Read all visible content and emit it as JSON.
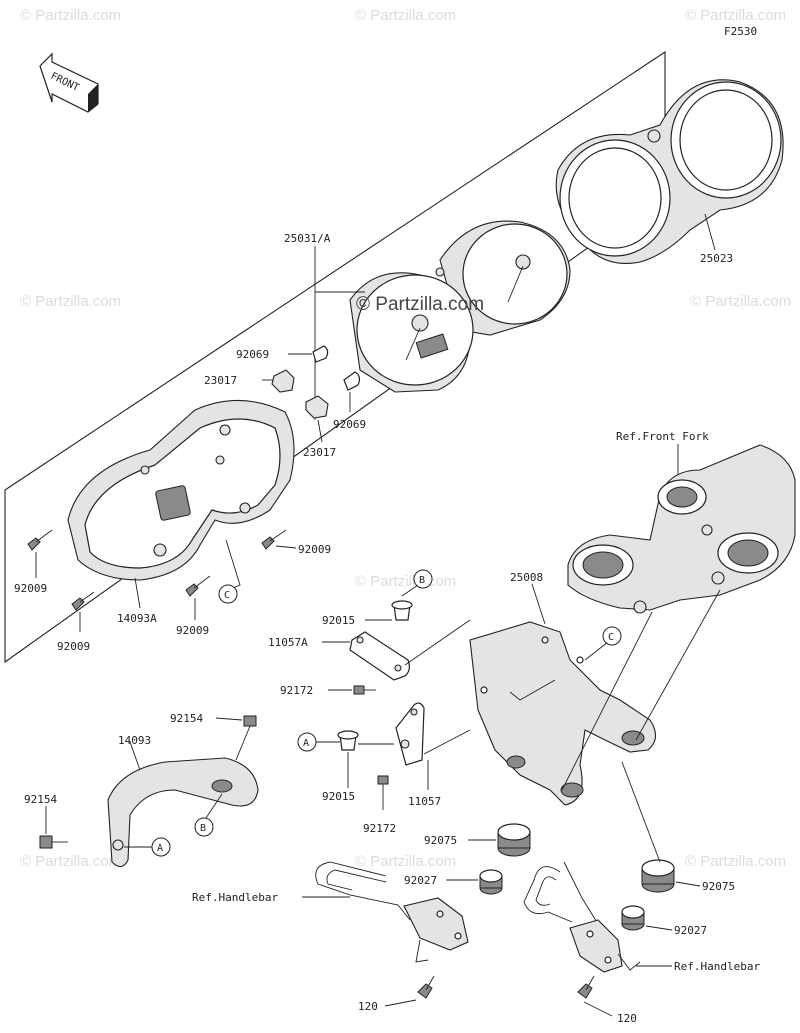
{
  "diagram": {
    "code": "F2530",
    "front_label": "FRONT",
    "watermark": "© Partzilla.com",
    "watermark_main": "© Partzilla.com",
    "labels": {
      "p25031A": "25031/A",
      "p25023": "25023",
      "p92069a": "92069",
      "p23017a": "23017",
      "p92069b": "92069",
      "p23017b": "23017",
      "p92009a": "92009",
      "p92009b": "92009",
      "p92009c": "92009",
      "p92009d": "92009",
      "p14093A": "14093A",
      "refFrontFork": "Ref.Front Fork",
      "p25008": "25008",
      "p92015a": "92015",
      "p11057A": "11057A",
      "p92172a": "92172",
      "p92154a": "92154",
      "p14093": "14093",
      "p92154b": "92154",
      "p92015b": "92015",
      "p11057": "11057",
      "p92172b": "92172",
      "p92075a": "92075",
      "p92027a": "92027",
      "refHandlebar1": "Ref.Handlebar",
      "p92075b": "92075",
      "p92027b": "92027",
      "refHandlebar2": "Ref.Handlebar",
      "p120a": "120",
      "p120b": "120"
    },
    "callouts": {
      "A1": "A",
      "B1": "B",
      "C1": "C",
      "A2": "A",
      "B2": "B",
      "C2": "C"
    }
  }
}
